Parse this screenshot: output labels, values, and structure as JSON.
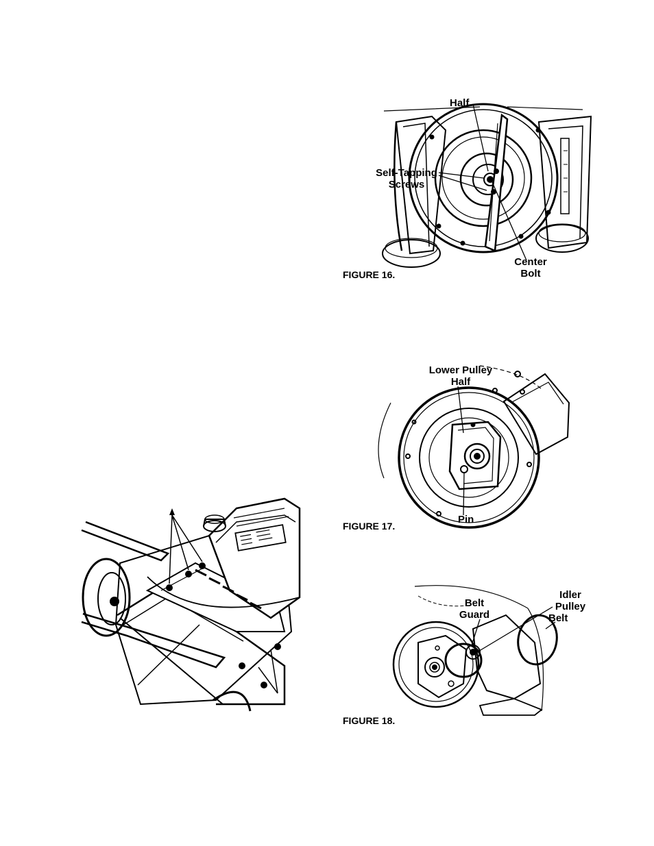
{
  "figure16": {
    "caption": "FIGURE 16.",
    "labels": {
      "half": "Half",
      "self_tapping_line1": "Self-Tapping",
      "self_tapping_line2": "Screws",
      "center_line1": "Center",
      "center_line2": "Bolt"
    }
  },
  "figure17": {
    "caption": "FIGURE 17.",
    "labels": {
      "lower_pulley_line1": "Lower Pulley",
      "lower_pulley_line2": "Half",
      "pin": "Pin"
    }
  },
  "figure18": {
    "caption": "FIGURE 18.",
    "labels": {
      "belt_guard_line1": "Belt",
      "belt_guard_line2": "Guard",
      "idler_line1": "Idler",
      "idler_line2": "Pulley",
      "belt": "Belt"
    }
  }
}
